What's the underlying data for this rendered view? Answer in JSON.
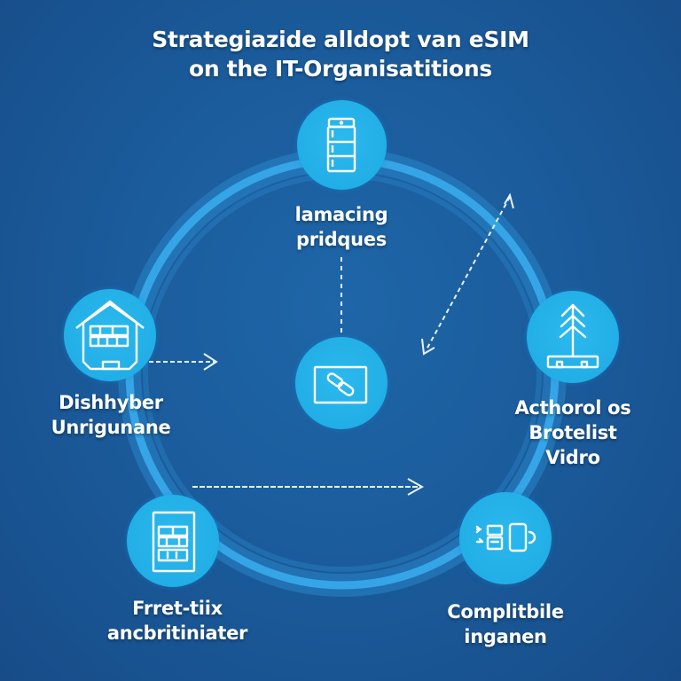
{
  "title": {
    "line1": "Strategiazide alldopt van eSIM",
    "line2": "on the IT-Organisatitions"
  },
  "colors": {
    "background": "#1b5c9c",
    "node_fill": "#22aee6",
    "ring": "#2a9ee0",
    "text": "#ffffff"
  },
  "nodes": [
    {
      "id": "top",
      "icon": "server-rack-icon",
      "label_lines": [
        "lamacing",
        "pridques"
      ]
    },
    {
      "id": "left",
      "icon": "building-icon",
      "label_lines": [
        "Dishhyber",
        "Unrigunane"
      ]
    },
    {
      "id": "center",
      "icon": "link-chain-icon",
      "label_lines": []
    },
    {
      "id": "right",
      "icon": "antenna-tower-icon",
      "label_lines": [
        "Acthorol os",
        "Brotelist",
        "Vidro"
      ]
    },
    {
      "id": "bottom-left",
      "icon": "cabinet-grid-icon",
      "label_lines": [
        "Frret-tiix",
        "ancbritiniater"
      ]
    },
    {
      "id": "bottom-right",
      "icon": "devices-signal-icon",
      "label_lines": [
        "Complitbile",
        "inganen"
      ]
    }
  ],
  "connectors": [
    {
      "from": "top",
      "to": "center",
      "style": "dashed",
      "arrow": "none"
    },
    {
      "from": "left",
      "to": "center",
      "style": "dashed",
      "arrow": "end"
    },
    {
      "from": "right",
      "to": "center",
      "style": "dashed",
      "arrow": "both"
    },
    {
      "from": "bottom-left",
      "to": "bottom-right",
      "style": "dashed",
      "arrow": "end"
    }
  ]
}
